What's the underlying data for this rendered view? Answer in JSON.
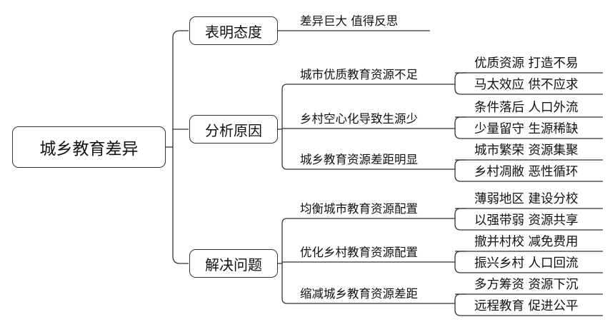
{
  "root": "城乡教育差异",
  "branches": [
    {
      "label": "表明态度",
      "children": [
        {
          "text": "差异巨大  值得反思",
          "leaves": []
        }
      ]
    },
    {
      "label": "分析原因",
      "children": [
        {
          "text": "城市优质教育资源不足",
          "leaves": [
            "优质资源  打造不易",
            "马太效应  供不应求"
          ]
        },
        {
          "text": "乡村空心化导致生源少",
          "leaves": [
            "条件落后  人口外流",
            "少量留守  生源稀缺"
          ]
        },
        {
          "text": "城乡教育资源差距明显",
          "leaves": [
            "城市繁荣  资源集聚",
            "乡村凋敝  恶性循环"
          ]
        }
      ]
    },
    {
      "label": "解决问题",
      "children": [
        {
          "text": "均衡城市教育资源配置",
          "leaves": [
            "薄弱地区  建设分校",
            "以强带弱  资源共享"
          ]
        },
        {
          "text": "优化乡村教育资源配置",
          "leaves": [
            "撤并村校  减免费用",
            "振兴乡村  人口回流"
          ]
        },
        {
          "text": "缩减城乡教育资源差距",
          "leaves": [
            "多方筹资  资源下沉",
            "远程教育  促进公平"
          ]
        }
      ]
    }
  ]
}
